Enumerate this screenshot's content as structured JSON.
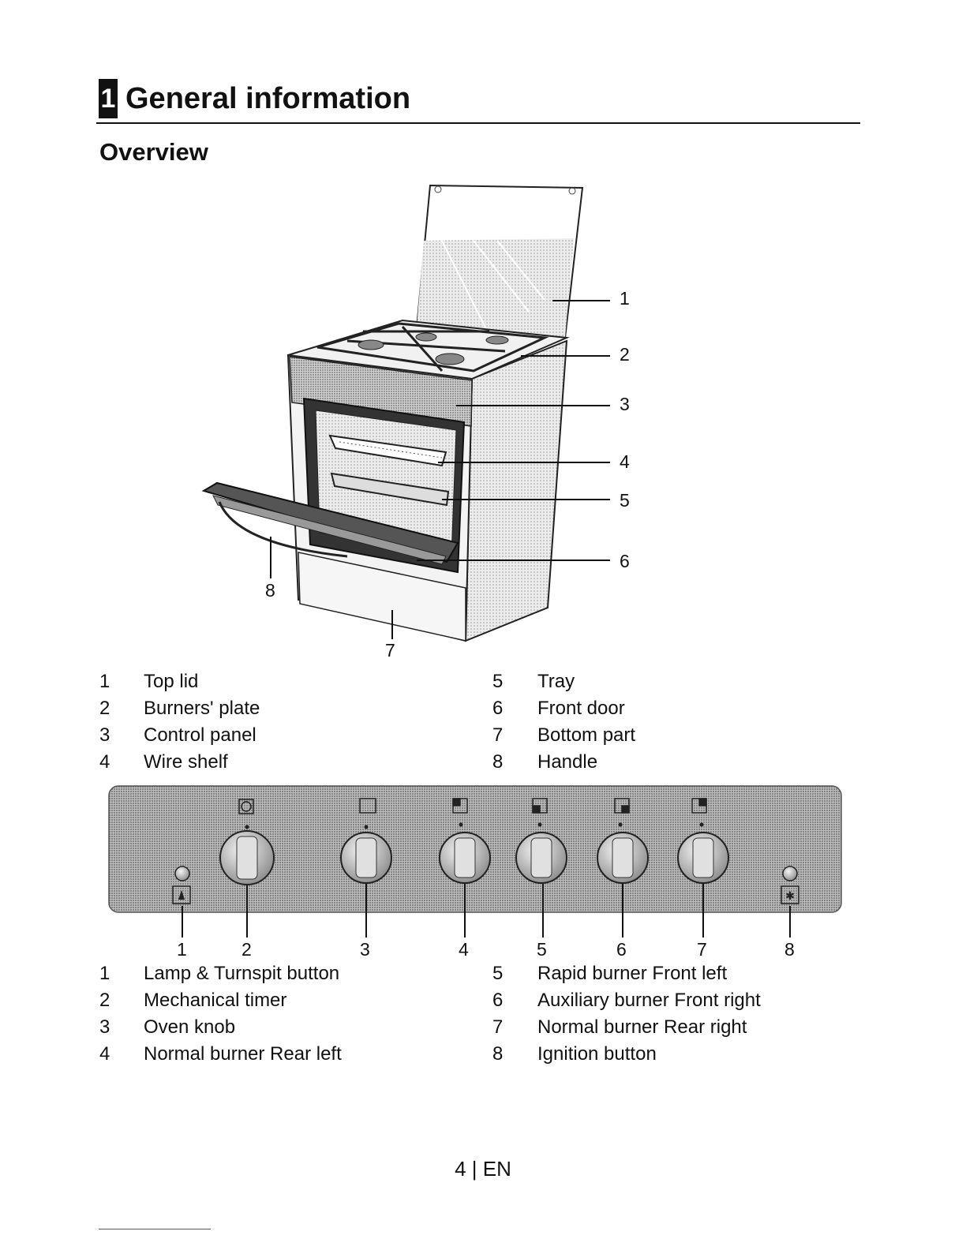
{
  "chapter": {
    "number": "1",
    "title": "General information"
  },
  "section_title": "Overview",
  "cooker_parts": [
    {
      "num": "1",
      "label": "Top lid"
    },
    {
      "num": "2",
      "label": "Burners' plate"
    },
    {
      "num": "3",
      "label": "Control panel"
    },
    {
      "num": "4",
      "label": "Wire shelf"
    },
    {
      "num": "5",
      "label": "Tray"
    },
    {
      "num": "6",
      "label": "Front door"
    },
    {
      "num": "7",
      "label": "Bottom part"
    },
    {
      "num": "8",
      "label": "Handle"
    }
  ],
  "control_panel_parts": [
    {
      "num": "1",
      "label": "Lamp & Turnspit button"
    },
    {
      "num": "2",
      "label": "Mechanical timer"
    },
    {
      "num": "3",
      "label": "Oven knob"
    },
    {
      "num": "4",
      "label": "Normal burner Rear left"
    },
    {
      "num": "5",
      "label": "Rapid burner Front left"
    },
    {
      "num": "6",
      "label": "Auxiliary burner Front right"
    },
    {
      "num": "7",
      "label": "Normal burner Rear right"
    },
    {
      "num": "8",
      "label": "Ignition button"
    }
  ],
  "cooker_callouts": [
    "1",
    "2",
    "3",
    "4",
    "5",
    "6",
    "7",
    "8"
  ],
  "panel_callouts": [
    "1",
    "2",
    "3",
    "4",
    "5",
    "6",
    "7",
    "8"
  ],
  "footer": "4 | EN"
}
